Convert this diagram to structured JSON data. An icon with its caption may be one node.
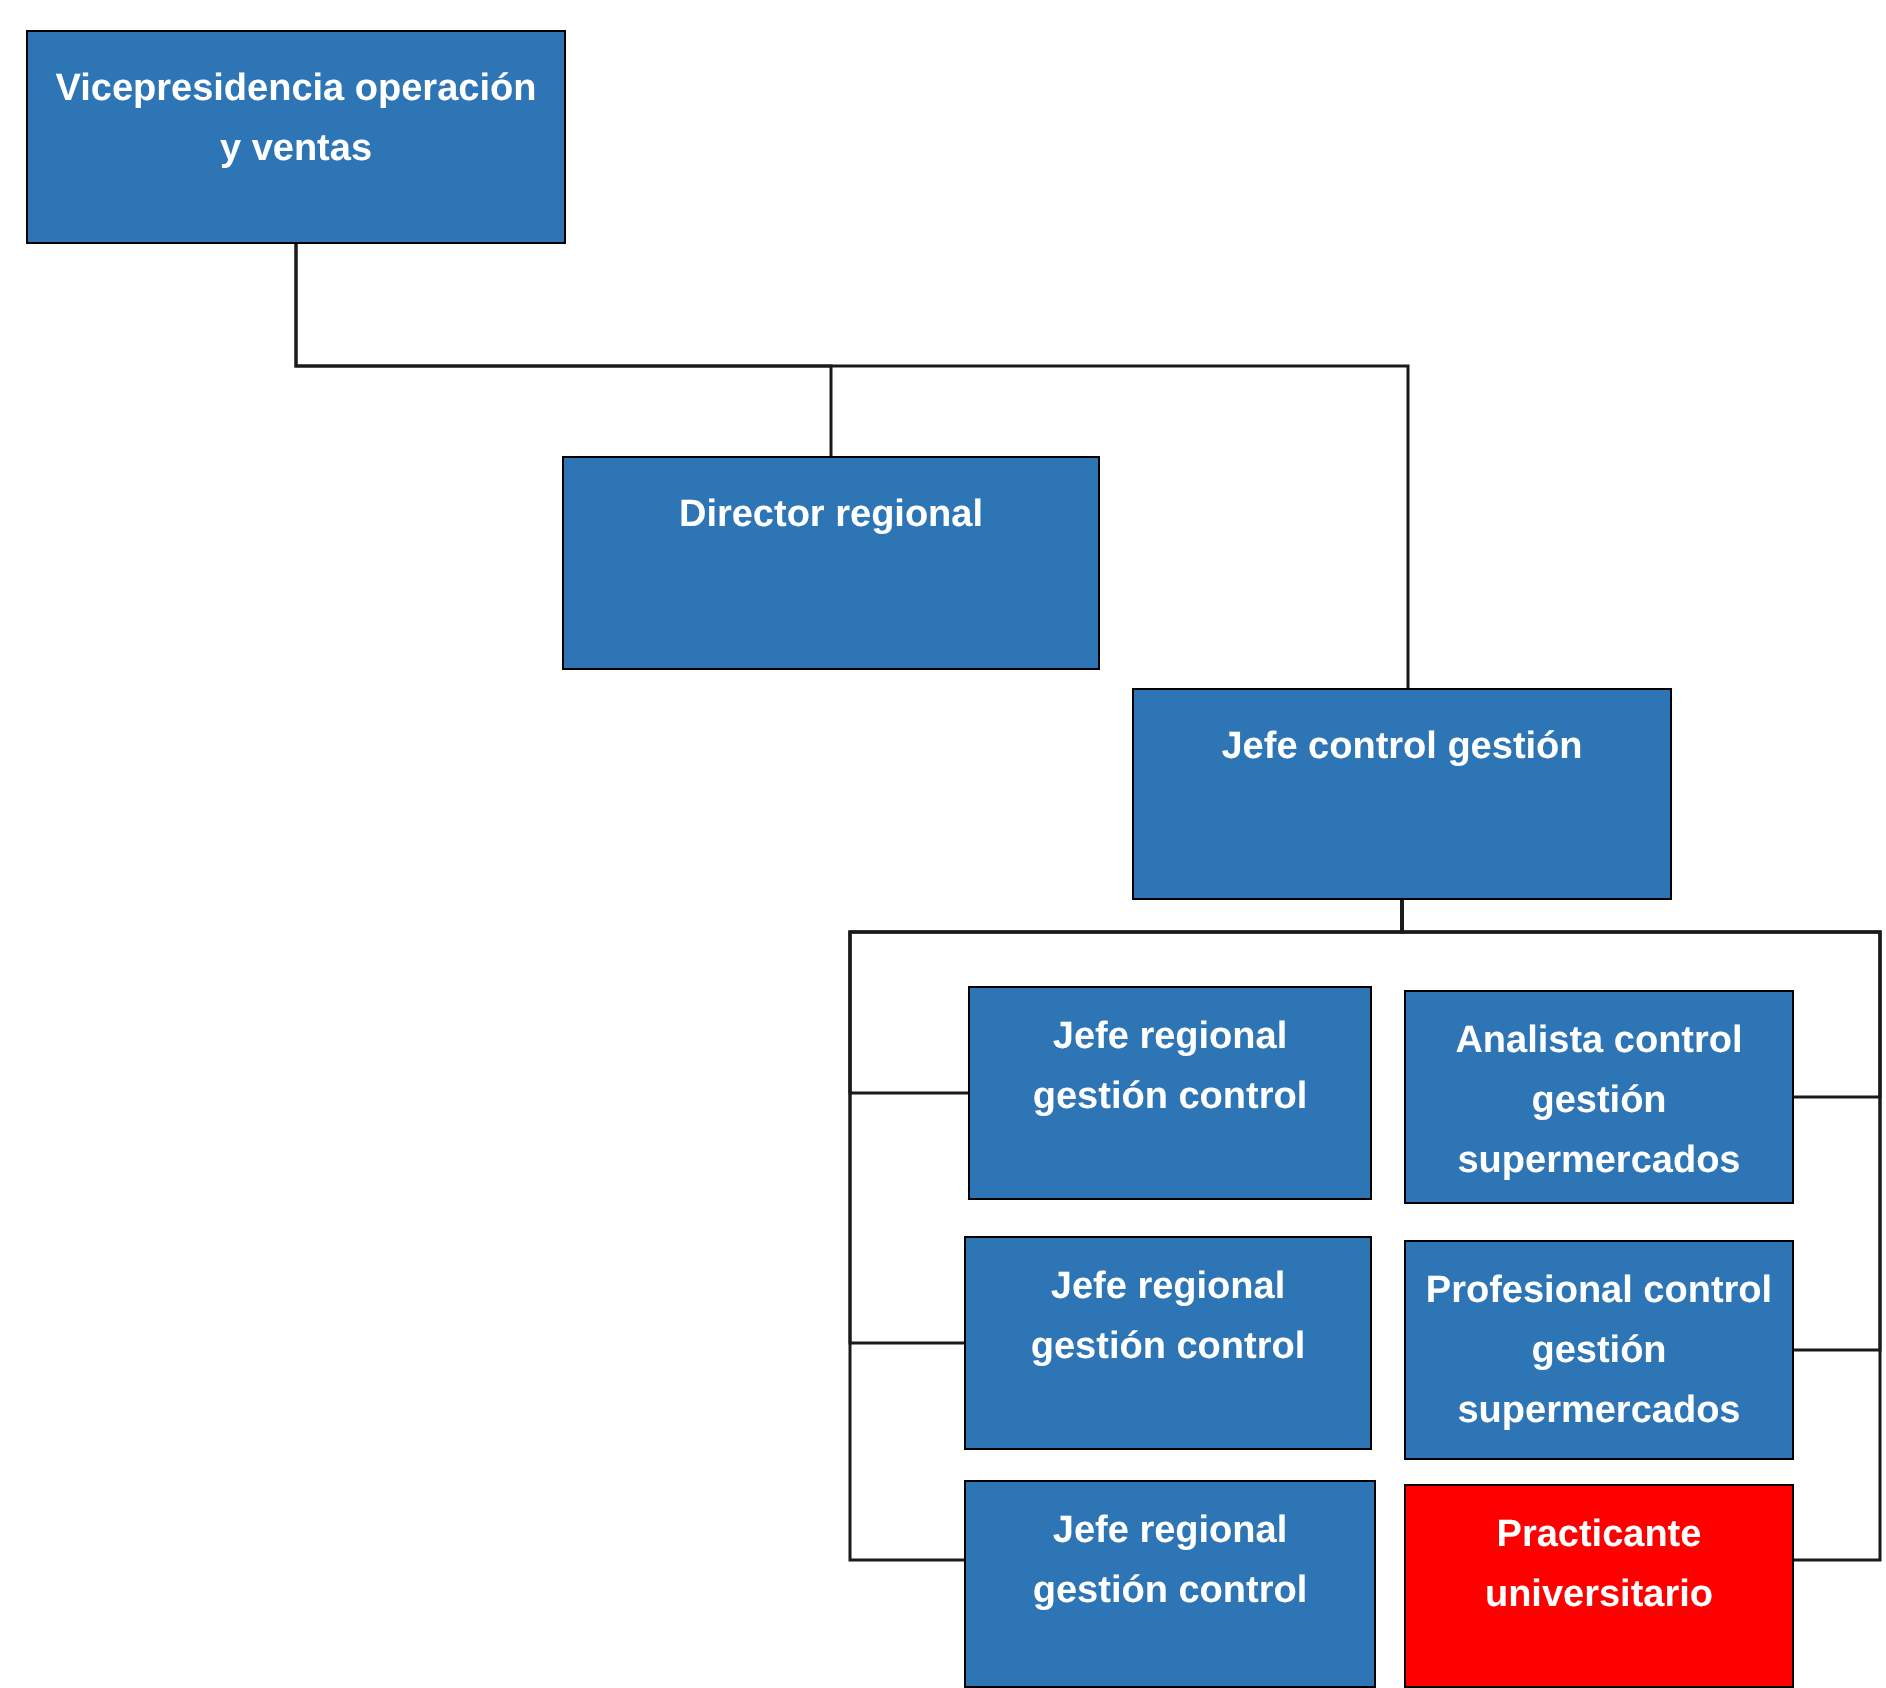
{
  "diagram": {
    "nodes": [
      {
        "text": [
          "Vicepresidencia operación y ventas"
        ]
      },
      {
        "text": [
          "Director regional"
        ]
      },
      {
        "text": [
          "Jefe control gestión"
        ]
      },
      {
        "text": [
          "Jefe regional gestión control"
        ]
      },
      {
        "text": [
          "Analista control gestión supermercados"
        ]
      },
      {
        "text": [
          "Jefe regional gestión control"
        ]
      },
      {
        "text": [
          "Profesional control gestión supermercados"
        ]
      },
      {
        "text": [
          "Jefe regional gestión control"
        ]
      },
      {
        "text": [
          "Practicante universitario"
        ]
      }
    ],
    "edges": [
      {
        "from": 0,
        "to": 1,
        "arrow": "none"
      },
      {
        "from": 0,
        "to": 2,
        "arrow": "none"
      },
      {
        "from": 2,
        "to": 3,
        "arrow": "none"
      },
      {
        "from": 2,
        "to": 4,
        "arrow": "none"
      },
      {
        "from": 2,
        "to": 5,
        "arrow": "none"
      },
      {
        "from": 2,
        "to": 6,
        "arrow": "none"
      },
      {
        "from": 2,
        "to": 7,
        "arrow": "none"
      },
      {
        "from": 2,
        "to": 8,
        "arrow": "none"
      }
    ]
  }
}
